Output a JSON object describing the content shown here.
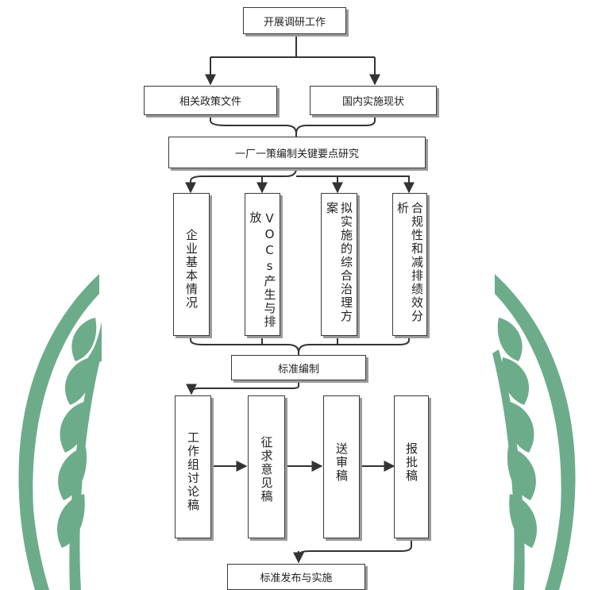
{
  "flowchart": {
    "start": "开展调研工作",
    "inputs": [
      "相关政策文件",
      "国内实施现状"
    ],
    "research": "一厂一策编制关键要点研究",
    "research_items": [
      "企业基本情况",
      "VOCs产生与排放",
      "拟实施的综合治理方案",
      "合规性和减排绩效分析"
    ],
    "standard_compile": "标准编制",
    "stages": [
      "工作组讨论稿",
      "征求意见稿",
      "送审稿",
      "报批稿"
    ],
    "end": "标准发布与实施"
  },
  "colors": {
    "watermark": "#6dac8a",
    "line": "#333333",
    "border": "#3a3a3a"
  }
}
